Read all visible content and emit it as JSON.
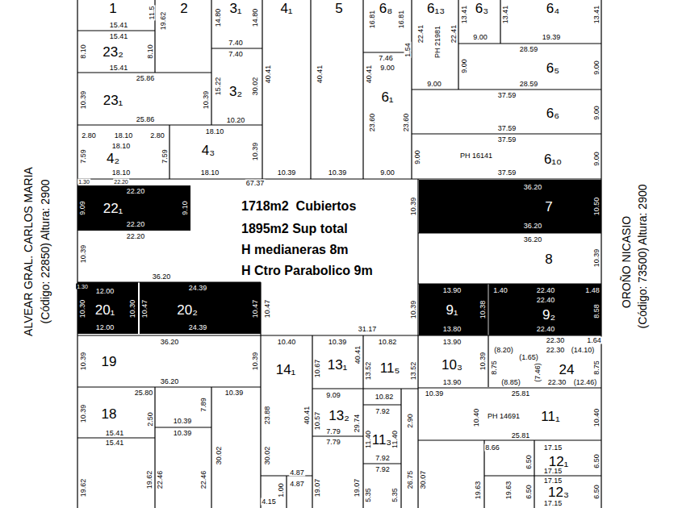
{
  "diagram": {
    "labels": [
      "1",
      "11.5",
      "2",
      "19.62",
      "14.80",
      "3₁",
      "14.80",
      "4₁",
      "5",
      "6₈",
      "16.81",
      "16.81",
      "22.41",
      "6₁₃",
      "PH 21981",
      "22.41",
      "13.41",
      "6₃",
      "13.41",
      "6₄",
      "13.41",
      "15.41",
      "15.41",
      "7.40",
      "7.40",
      "9.00",
      "19.39",
      "8.10",
      "23₂",
      "8.10",
      "1.54",
      "7.46",
      "9.00",
      "28.59",
      "9.00",
      "6₅",
      "9.00",
      "15.41",
      "25.86",
      "15.22",
      "3₂",
      "30.02",
      "40.41",
      "40.41",
      "40.41",
      "9.00",
      "28.59",
      "10.39",
      "23₁",
      "10.39",
      "6₁",
      "37.59",
      "6₆",
      "9.00",
      "25.86",
      "10.20",
      "23.60",
      "23.60",
      "37.59",
      "2.80",
      "18.10",
      "2.80",
      "18.10",
      "37.59",
      "18.10",
      "4₃",
      "10.39",
      "PH 16141",
      "7.59",
      "4₂",
      "7.59",
      "6₁₀",
      "9.00",
      "9.00",
      "18.10",
      "18.10",
      "10.39",
      "10.39",
      "9.00",
      "37.59",
      "1.30",
      "22.20",
      "67.37",
      "22.20",
      "36.20",
      "9.09",
      "22₁",
      "1718m2  Cubiertos",
      "10.39",
      "9.10",
      "7",
      "10.50",
      "22.20",
      "1895m2 Sup total",
      "36.20",
      "22.20",
      "36.20",
      "H medianeras 8m",
      "10.39",
      "8",
      "10.39",
      "H Ctro Parabolico 9m",
      "36.20",
      "1.30",
      "12.00",
      "24.39",
      "13.90",
      "1.40",
      "22.40",
      "1.48",
      "22.40",
      "10.30",
      "20₁",
      "10.30",
      "10.47",
      "20₂",
      "10.47",
      "10.47",
      "10.39",
      "9₁",
      "10.38",
      "9₂",
      "8.58",
      "12.00",
      "24.39",
      "31.17",
      "13.80",
      "22.40",
      "36.20",
      "10.40",
      "10.39",
      "10.82",
      "13.90",
      "22.30",
      "1.64",
      "(8.20)",
      "22.30",
      "(14.10)",
      "40.41",
      "(1.65)",
      "10.39",
      "19",
      "10.39",
      "13₁",
      "11₅",
      "10₃",
      "10.39",
      "8.75",
      "(7.46)",
      "24",
      "8.75",
      "14₁",
      "10.67",
      "13.52",
      "13.52",
      "36.20",
      "13.90",
      "(8.85)",
      "22.30",
      "(12.46)",
      "25.80",
      "10.39",
      "9.09",
      "10.82",
      "10.39",
      "25.81",
      "7.89",
      "7.92",
      "10.39",
      "18",
      "23.88",
      "40.41",
      "10.57",
      "13₂",
      "29.74",
      "2.90",
      "10.40",
      "PH 14691",
      "11₁",
      "10.40",
      "2.50",
      "10.39",
      "15.41",
      "10.39",
      "25.81",
      "11.40",
      "11₃",
      "11.40",
      "15.41",
      "7.79",
      "8.66",
      "17.15",
      "7.79",
      "7.92",
      "30.02",
      "6.50",
      "12₁",
      "6.50",
      "7.92",
      "17.15",
      "19.62",
      "22.46",
      "22.46",
      "30.02",
      "4.87",
      "30.07",
      "26.75",
      "17.15",
      "1.00",
      "19.07",
      "19.07",
      "4.15",
      "4.87",
      "19.62",
      "19.63",
      "19.63",
      "6.50",
      "12₃",
      "6.50",
      "5.35",
      "5.35",
      "17.15",
      "ALVEAR GRAL. CARLOS MARIA",
      "(Código: 22850) Altura: 2900",
      "OROÑO NICASIO",
      "(Código: 73500) Altura: 2900"
    ]
  }
}
